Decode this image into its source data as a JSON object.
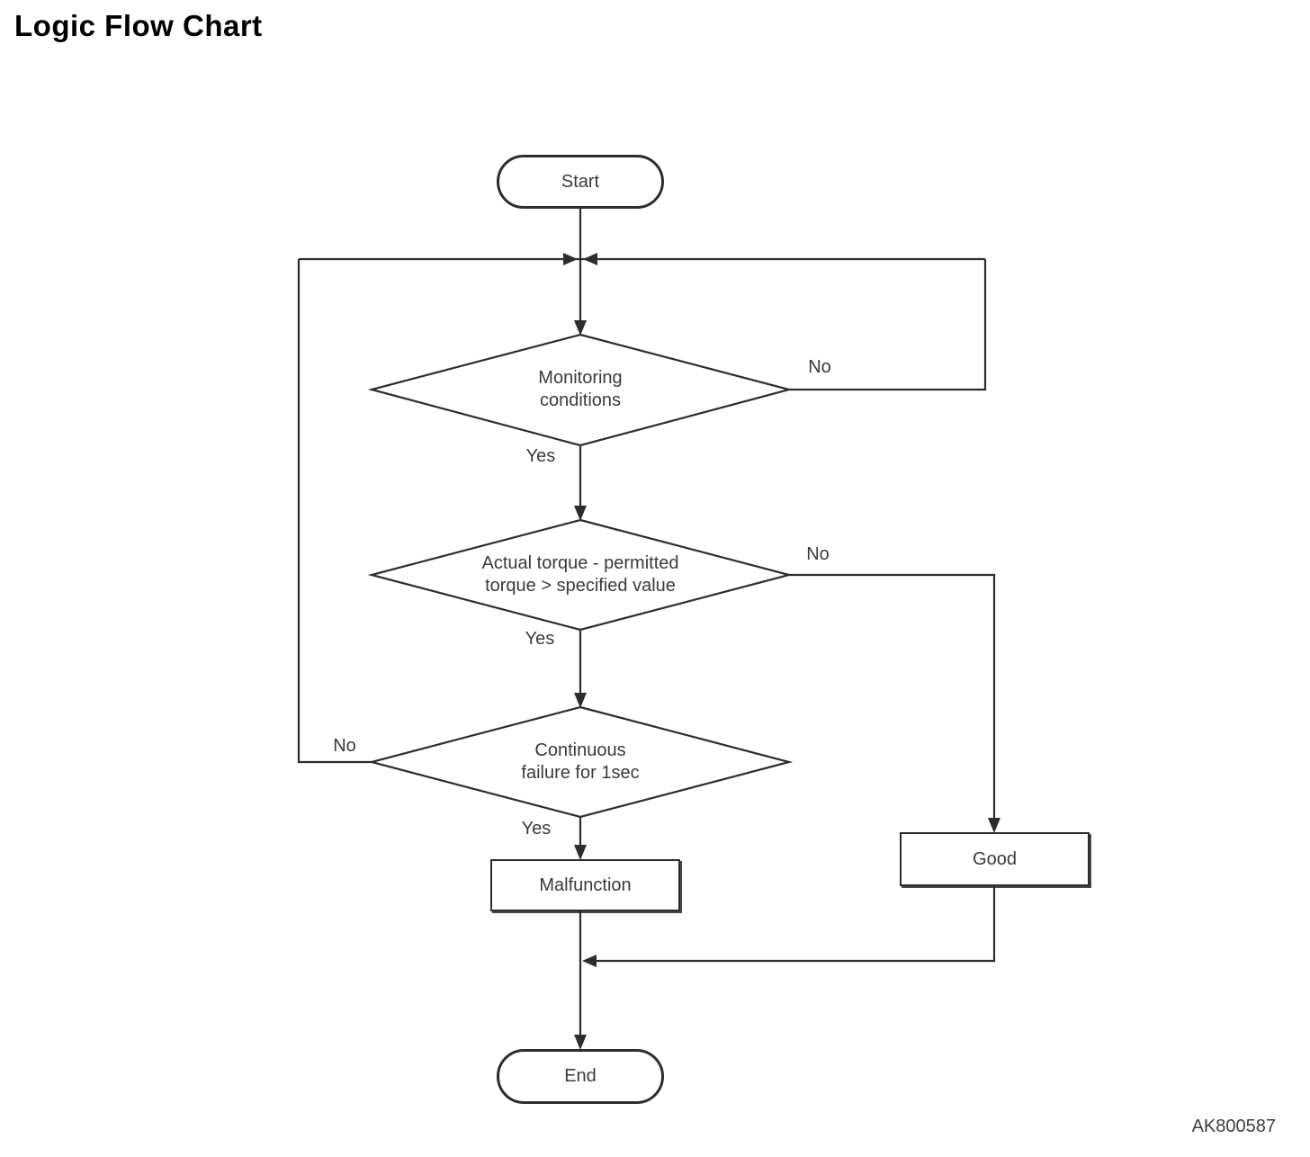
{
  "title": "Logic Flow Chart",
  "ref_code": "AK800587",
  "colors": {
    "line": "#2d2d2d",
    "text": "#3a3a3a",
    "title_text": "#000000",
    "background": "#ffffff"
  },
  "nodes": {
    "start": {
      "type": "terminator",
      "label": "Start"
    },
    "decision_monitoring": {
      "type": "decision",
      "label": "Monitoring\nconditions"
    },
    "decision_torque": {
      "type": "decision",
      "label": "Actual torque - permitted\ntorque > specified value"
    },
    "decision_continuous": {
      "type": "decision",
      "label": "Continuous\nfailure for 1sec"
    },
    "malfunction": {
      "type": "process",
      "label": "Malfunction"
    },
    "good": {
      "type": "process",
      "label": "Good"
    },
    "end": {
      "type": "terminator",
      "label": "End"
    }
  },
  "edge_labels": {
    "monitoring_yes": "Yes",
    "monitoring_no": "No",
    "torque_yes": "Yes",
    "torque_no": "No",
    "continuous_yes": "Yes",
    "continuous_no": "No"
  },
  "edges": [
    {
      "from": "start",
      "to": "decision_monitoring",
      "label": ""
    },
    {
      "from": "decision_monitoring",
      "to": "decision_torque",
      "label": "Yes"
    },
    {
      "from": "decision_monitoring",
      "to": "loop_junction",
      "label": "No"
    },
    {
      "from": "decision_torque",
      "to": "decision_continuous",
      "label": "Yes"
    },
    {
      "from": "decision_torque",
      "to": "good",
      "label": "No"
    },
    {
      "from": "decision_continuous",
      "to": "malfunction",
      "label": "Yes"
    },
    {
      "from": "decision_continuous",
      "to": "loop_junction",
      "label": "No"
    },
    {
      "from": "malfunction",
      "to": "end",
      "label": ""
    },
    {
      "from": "good",
      "to": "end",
      "label": ""
    }
  ]
}
